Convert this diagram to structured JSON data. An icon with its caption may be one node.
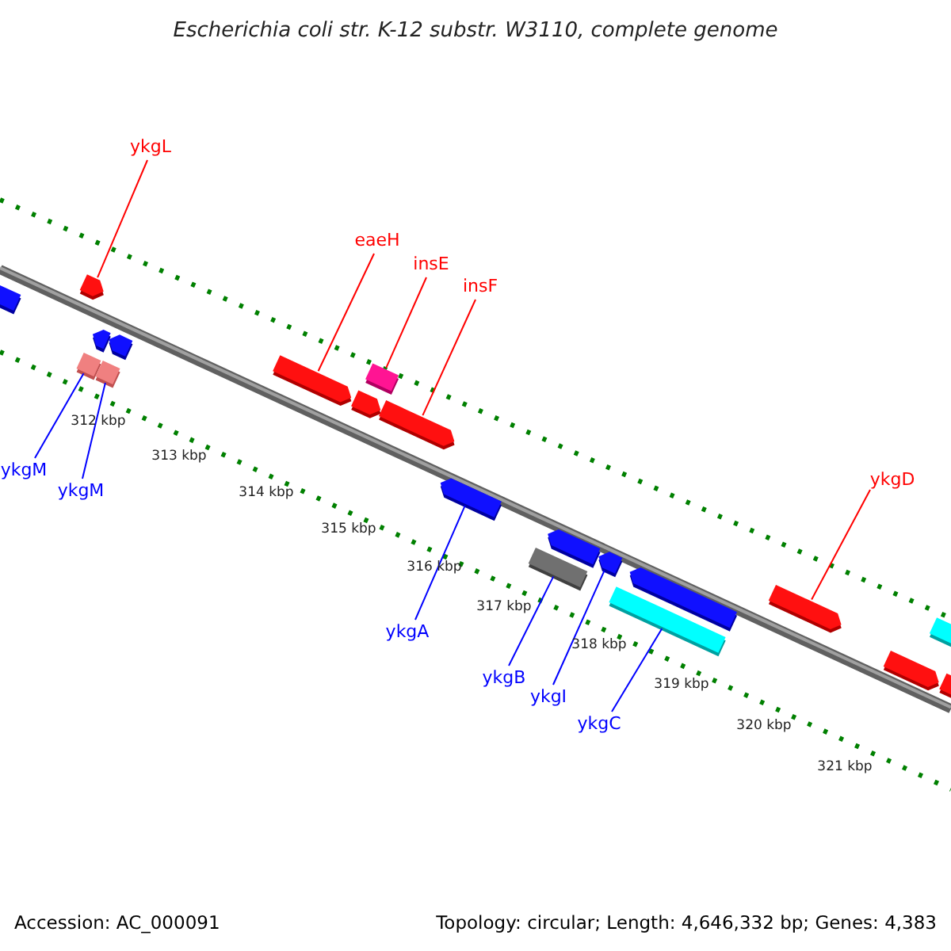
{
  "diagram": {
    "title": "Escherichia coli str. K-12 substr. W3110, complete genome",
    "nodes": [
      {
        "text": [
          "ykgL"
        ]
      },
      {
        "text": [
          "eaeH"
        ]
      },
      {
        "text": [
          "insE"
        ]
      },
      {
        "text": [
          "insF"
        ]
      },
      {
        "text": [
          "ykgD"
        ]
      },
      {
        "text": [
          "ykgM"
        ]
      },
      {
        "text": [
          "ykgM"
        ]
      },
      {
        "text": [
          "ykgA"
        ]
      },
      {
        "text": [
          "ykgB"
        ]
      },
      {
        "text": [
          "ykgI"
        ]
      },
      {
        "text": [
          "ykgC"
        ]
      },
      {
        "text": [],
        "shape": "arrow"
      },
      {
        "text": [],
        "shape": "arrow"
      },
      {
        "text": [],
        "shape": "arrow"
      },
      {
        "text": [],
        "shape": "arrow"
      },
      {
        "text": [],
        "shape": "box"
      },
      {
        "text": [],
        "shape": "box"
      },
      {
        "text": [],
        "shape": "arrow"
      },
      {
        "text": [],
        "shape": "box"
      },
      {
        "text": [],
        "shape": "arrow"
      },
      {
        "text": [],
        "shape": "arrow"
      },
      {
        "text": [],
        "shape": "arrow"
      },
      {
        "text": [],
        "shape": "arrow"
      },
      {
        "text": [],
        "shape": "box"
      },
      {
        "text": [],
        "shape": "arrow"
      },
      {
        "text": [],
        "shape": "arrow"
      },
      {
        "text": [],
        "shape": "box"
      },
      {
        "text": [],
        "shape": "arrow"
      },
      {
        "text": [],
        "shape": "box"
      },
      {
        "text": [],
        "shape": "arrow"
      },
      {
        "text": [],
        "shape": "arrow"
      }
    ],
    "edges": [
      {
        "from": 0,
        "to": 12,
        "arrow": "none",
        "color": "#ff0000"
      },
      {
        "from": 1,
        "to": 17,
        "arrow": "none",
        "color": "#ff0000"
      },
      {
        "from": 2,
        "to": 18,
        "arrow": "none",
        "color": "#ff0000"
      },
      {
        "from": 3,
        "to": 20,
        "arrow": "none",
        "color": "#ff0000"
      },
      {
        "from": 4,
        "to": 27,
        "arrow": "none",
        "color": "#ff0000"
      },
      {
        "from": 5,
        "to": 15,
        "arrow": "none"
      },
      {
        "from": 6,
        "to": 16,
        "arrow": "none"
      },
      {
        "from": 7,
        "to": 21,
        "arrow": "none"
      },
      {
        "from": 8,
        "to": 23,
        "arrow": "none"
      },
      {
        "from": 9,
        "to": 24,
        "arrow": "none"
      },
      {
        "from": 10,
        "to": 26,
        "arrow": "none"
      }
    ],
    "labels": [
      "312 kbp",
      "313 kbp",
      "314 kbp",
      "315 kbp",
      "316 kbp",
      "317 kbp",
      "318 kbp",
      "319 kbp",
      "320 kbp",
      "321 kbp",
      "Accession: AC_000091",
      "Topology: circular; Length: 4,646,332 bp; Genes: 4,383"
    ]
  }
}
